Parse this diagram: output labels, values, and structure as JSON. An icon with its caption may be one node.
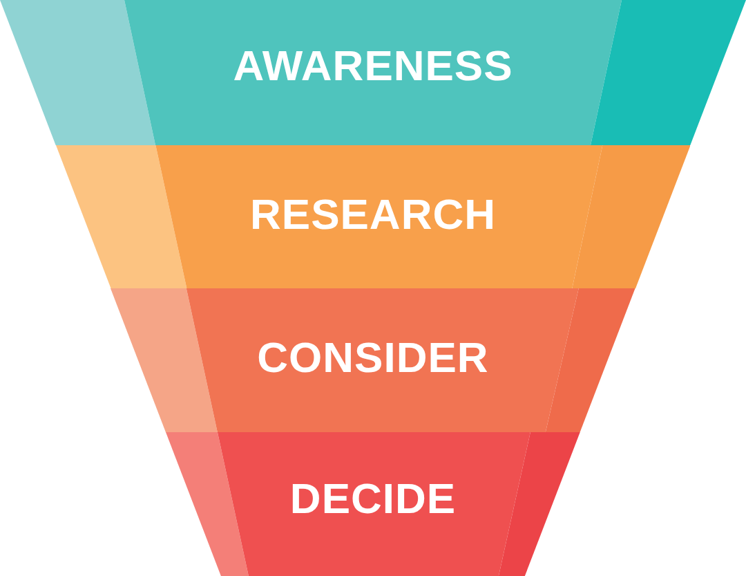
{
  "diagram": {
    "nodes": [
      {
        "text": [
          "AWARENESS"
        ]
      },
      {
        "text": [
          "RESEARCH"
        ]
      },
      {
        "text": [
          "CONSIDER"
        ]
      },
      {
        "text": [
          "DECIDE"
        ]
      }
    ]
  }
}
